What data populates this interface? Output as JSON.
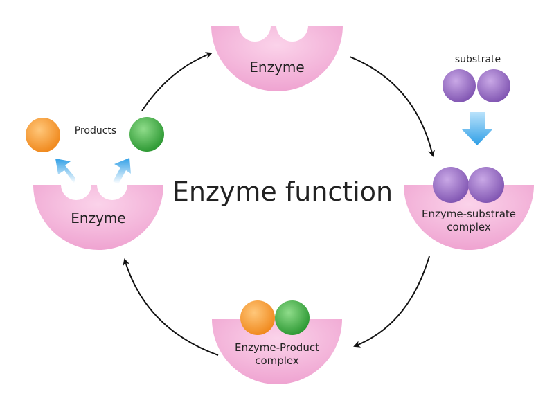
{
  "title": "Enzyme function",
  "labels": {
    "enzyme_top": "Enzyme",
    "enzyme_left": "Enzyme",
    "substrate": "substrate",
    "products": "Products",
    "es_complex_line1": "Enzyme-substrate",
    "es_complex_line2": "complex",
    "ep_complex_line1": "Enzyme-Product",
    "ep_complex_line2": "complex"
  },
  "colors": {
    "enzyme_pink": "#f7b8dc",
    "enzyme_pink_dark": "#e98ac2",
    "substrate_purple": "#9b6fc6",
    "product_orange": "#f6a040",
    "product_green": "#4cb04c",
    "arrow_blue": "#3aa8e8",
    "cycle_arrow": "#111111"
  }
}
